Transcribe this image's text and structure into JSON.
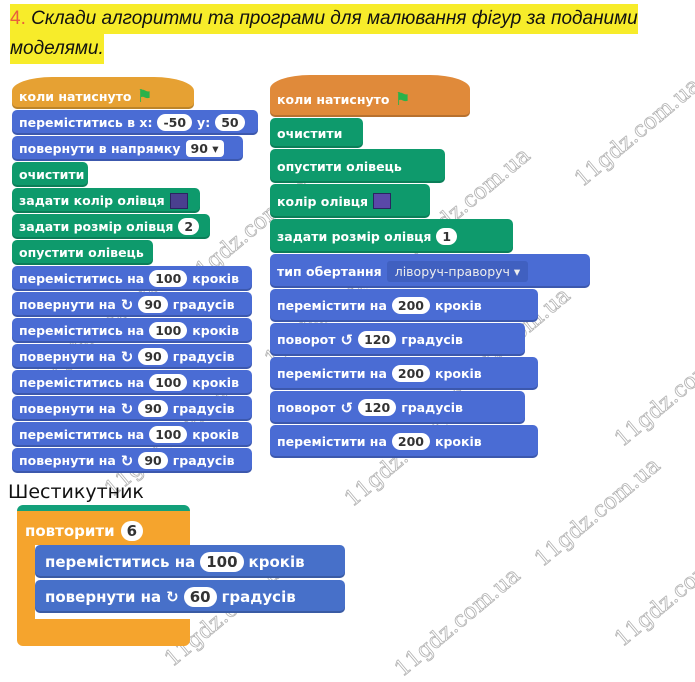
{
  "task": {
    "number": "4.",
    "text1": "Склади алгоритми та програми для малювання фігур за поданими",
    "text2": "моделями."
  },
  "left_script": [
    {
      "cls": "event hat",
      "h": 32,
      "w": 182,
      "parts": [
        {
          "t": "коли натиснуто"
        },
        {
          "icon": "flag"
        }
      ]
    },
    {
      "cls": "motion",
      "h": 25,
      "w": 246,
      "parts": [
        {
          "t": "переміститись в х:"
        },
        {
          "i": "-50"
        },
        {
          "t": "у:"
        },
        {
          "i": "50"
        }
      ]
    },
    {
      "cls": "motion",
      "h": 25,
      "w": 231,
      "parts": [
        {
          "t": "повернути в напрямку"
        },
        {
          "d": "90"
        }
      ]
    },
    {
      "cls": "pen",
      "h": 25,
      "w": 76,
      "parts": [
        {
          "t": "очистити"
        }
      ]
    },
    {
      "cls": "pen",
      "h": 25,
      "w": 188,
      "parts": [
        {
          "t": "задати колір олівця"
        },
        {
          "c": "#4a3f8f"
        }
      ]
    },
    {
      "cls": "pen",
      "h": 25,
      "w": 198,
      "parts": [
        {
          "t": "задати розмір олівця"
        },
        {
          "i": "2"
        }
      ]
    },
    {
      "cls": "pen",
      "h": 25,
      "w": 141,
      "parts": [
        {
          "t": "опустити олівець"
        }
      ]
    },
    {
      "cls": "motion",
      "h": 25,
      "w": 240,
      "parts": [
        {
          "t": "переміститись на"
        },
        {
          "i": "100"
        },
        {
          "t": "кроків"
        }
      ]
    },
    {
      "cls": "motion",
      "h": 25,
      "w": 240,
      "parts": [
        {
          "t": "повернути на"
        },
        {
          "icon": "cw"
        },
        {
          "i": "90"
        },
        {
          "t": "градусів"
        }
      ]
    },
    {
      "cls": "motion",
      "h": 25,
      "w": 240,
      "parts": [
        {
          "t": "переміститись на"
        },
        {
          "i": "100"
        },
        {
          "t": "кроків"
        }
      ]
    },
    {
      "cls": "motion",
      "h": 25,
      "w": 240,
      "parts": [
        {
          "t": "повернути на"
        },
        {
          "icon": "cw"
        },
        {
          "i": "90"
        },
        {
          "t": "градусів"
        }
      ]
    },
    {
      "cls": "motion",
      "h": 25,
      "w": 240,
      "parts": [
        {
          "t": "переміститись на"
        },
        {
          "i": "100"
        },
        {
          "t": "кроків"
        }
      ]
    },
    {
      "cls": "motion",
      "h": 25,
      "w": 240,
      "parts": [
        {
          "t": "повернути на"
        },
        {
          "icon": "cw"
        },
        {
          "i": "90"
        },
        {
          "t": "градусів"
        }
      ]
    },
    {
      "cls": "motion",
      "h": 25,
      "w": 240,
      "parts": [
        {
          "t": "переміститись на"
        },
        {
          "i": "100"
        },
        {
          "t": "кроків"
        }
      ]
    },
    {
      "cls": "motion",
      "h": 25,
      "w": 240,
      "parts": [
        {
          "t": "повернути на"
        },
        {
          "icon": "cw"
        },
        {
          "i": "90"
        },
        {
          "t": "градусів"
        }
      ]
    }
  ],
  "right_script": [
    {
      "cls": "event2 hat",
      "h": 42,
      "w": 200,
      "parts": [
        {
          "t": "коли натиснуто"
        },
        {
          "icon": "flag"
        }
      ]
    },
    {
      "cls": "pen",
      "h": 30,
      "w": 93,
      "parts": [
        {
          "t": "очистити"
        }
      ]
    },
    {
      "cls": "pen",
      "h": 34,
      "w": 175,
      "parts": [
        {
          "t": "опустити олівець"
        }
      ]
    },
    {
      "cls": "pen",
      "h": 34,
      "w": 160,
      "parts": [
        {
          "t": "колір олівця"
        },
        {
          "c": "#5a48a8"
        }
      ]
    },
    {
      "cls": "pen",
      "h": 34,
      "w": 243,
      "parts": [
        {
          "t": "задати розмір олівця"
        },
        {
          "i": "1"
        }
      ]
    },
    {
      "cls": "motion",
      "h": 34,
      "w": 320,
      "parts": [
        {
          "t": "тип обертання"
        },
        {
          "d2": "ліворуч-праворуч"
        }
      ]
    },
    {
      "cls": "motion",
      "h": 33,
      "w": 268,
      "parts": [
        {
          "t": "перемістити на"
        },
        {
          "i": "200"
        },
        {
          "t": "кроків"
        }
      ]
    },
    {
      "cls": "motion",
      "h": 33,
      "w": 255,
      "parts": [
        {
          "t": "поворот"
        },
        {
          "icon": "ccw"
        },
        {
          "i": "120"
        },
        {
          "t": "градусів"
        }
      ]
    },
    {
      "cls": "motion",
      "h": 33,
      "w": 268,
      "parts": [
        {
          "t": "перемістити на"
        },
        {
          "i": "200"
        },
        {
          "t": "кроків"
        }
      ]
    },
    {
      "cls": "motion",
      "h": 33,
      "w": 255,
      "parts": [
        {
          "t": "поворот"
        },
        {
          "icon": "ccw"
        },
        {
          "i": "120"
        },
        {
          "t": "градусів"
        }
      ]
    },
    {
      "cls": "motion",
      "h": 33,
      "w": 268,
      "parts": [
        {
          "t": "перемістити на"
        },
        {
          "i": "200"
        },
        {
          "t": "кроків"
        }
      ]
    }
  ],
  "hexagon": {
    "heading": "Шестикутник",
    "repeat_label": "повторити",
    "repeat_count": "6",
    "inner": [
      {
        "cls": "motion",
        "w": 310,
        "parts": [
          {
            "t": "переміститись на"
          },
          {
            "i": "100"
          },
          {
            "t": "кроків"
          }
        ]
      },
      {
        "cls": "motion",
        "w": 310,
        "parts": [
          {
            "t": "повернути на"
          },
          {
            "icon": "cw"
          },
          {
            "i": "60"
          },
          {
            "t": "градусів"
          }
        ]
      }
    ]
  },
  "watermark": "11gdz.com.ua"
}
